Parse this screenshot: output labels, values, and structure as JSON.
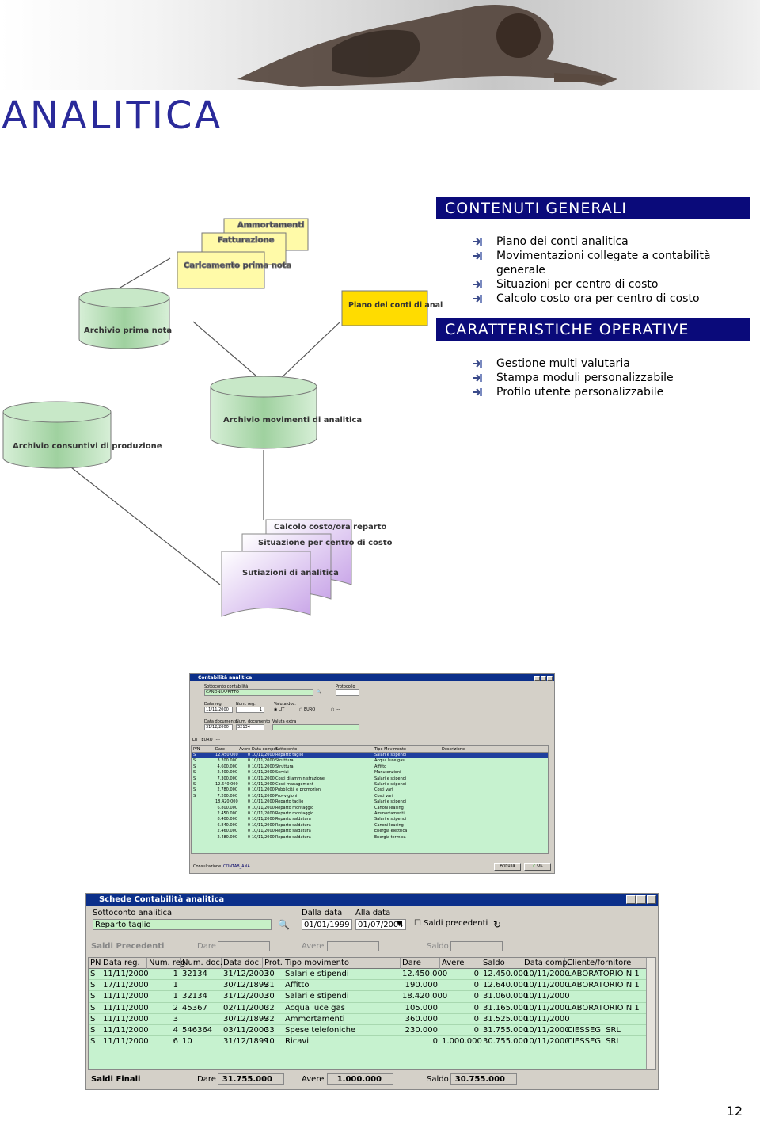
{
  "page": {
    "title": "ANALITICA",
    "page_number": "12"
  },
  "sections": {
    "general": {
      "heading": "CONTENUTI GENERALI",
      "items": [
        "Piano dei conti analitica",
        "Movimentazioni collegate a contabilità",
        "generale",
        "Situazioni per centro di costo",
        "Calcolo costo ora per centro di costo"
      ]
    },
    "operative": {
      "heading": "CARATTERISTICHE OPERATIVE",
      "items": [
        "Gestione multi valutaria",
        "Stampa moduli personalizzabile",
        "Profilo utente personalizzabile"
      ]
    }
  },
  "diagram": {
    "doc_ammortamenti": "Ammortamenti",
    "doc_fatturazione": "Fatturazione",
    "doc_caricamento": "Caricamento prima nota",
    "db_archivio_prima_nota": "Archivio prima nota",
    "box_piano_conti": "Piano dei conti di analitica",
    "db_archivio_movimenti": "Archivio movimenti di analitica",
    "db_archivio_consuntivi": "Archivio consuntivi di produzione",
    "report_calcolo": "Calcolo costo/ora reparto",
    "report_situazione": "Situazione per centro di costo",
    "report_sutiazioni": "Sutiazioni di analitica"
  },
  "window1": {
    "title": "Contabilità analitica",
    "sottoconto_label": "Sottoconto contabilità",
    "sottoconto_value": "CANONI AFFITTO",
    "protocollo_label": "Protocollo",
    "protocollo_value": "",
    "data_reg_label": "Data reg.",
    "data_reg_value": "11/11/2000",
    "num_reg_label": "Num. reg.",
    "num_reg_value": "1",
    "valuta_doc_label": "Valuta doc.",
    "valuta_options": [
      "LIT",
      "EURO",
      "---"
    ],
    "data_doc_label": "Data documento",
    "data_doc_value": "31/12/2000",
    "num_doc_label": "Num. documento",
    "num_doc_value": "32134",
    "valuta_extra_label": "Valuta extra",
    "tabs": [
      "LIT",
      "EURO",
      "---"
    ],
    "columns": [
      "P/N",
      "Dare",
      "Avere",
      "Data compet.",
      "Sottoconto",
      "Tipo Movimento",
      "Descrizione"
    ],
    "rows": [
      [
        "S",
        "12.450.000",
        "0",
        "10/11/2000",
        "Reparto taglio",
        "Salari e stipendi"
      ],
      [
        "S",
        "3.200.000",
        "0",
        "10/11/2000",
        "Struttura",
        "Acqua luce gas"
      ],
      [
        "S",
        "4.600.000",
        "0",
        "10/11/2000",
        "Struttura",
        "Affitto"
      ],
      [
        "S",
        "2.400.000",
        "0",
        "10/11/2000",
        "Servizi",
        "Manutenzioni"
      ],
      [
        "S",
        "7.300.000",
        "0",
        "10/11/2000",
        "Costi di amministrazione",
        "Salari e stipendi"
      ],
      [
        "S",
        "12.640.000",
        "0",
        "10/11/2000",
        "Costi management",
        "Salari e stipendi"
      ],
      [
        "S",
        "2.780.000",
        "0",
        "10/11/2000",
        "Pubblicità e promozioni",
        "Costi vari"
      ],
      [
        "S",
        "7.200.000",
        "0",
        "10/11/2000",
        "Provvigioni",
        "Costi vari"
      ],
      [
        "",
        "18.420.000",
        "0",
        "10/11/2000",
        "Reparto taglio",
        "Salari e stipendi"
      ],
      [
        "",
        "6.800.000",
        "0",
        "10/11/2000",
        "Reparto montaggio",
        "Canoni leasing"
      ],
      [
        "",
        "2.450.000",
        "0",
        "10/11/2000",
        "Reparto montaggio",
        "Ammortamenti"
      ],
      [
        "",
        "8.400.000",
        "0",
        "10/11/2000",
        "Reparto saldatura",
        "Salari e stipendi"
      ],
      [
        "",
        "6.840.000",
        "0",
        "10/11/2000",
        "Reparto saldatura",
        "Canoni leasing"
      ],
      [
        "",
        "2.460.000",
        "0",
        "10/11/2000",
        "Reparto saldatura",
        "Energia elettrica"
      ],
      [
        "",
        "2.480.000",
        "0",
        "10/11/2000",
        "Reparto saldatura",
        "Energia termica"
      ]
    ],
    "status": [
      "Consultazione",
      "CONTAB_ANA"
    ],
    "annulla_label": "Annulla",
    "ok_label": "OK"
  },
  "window2": {
    "title": "Schede Contabilità analitica",
    "sottoconto_label": "Sottoconto analitica",
    "sottoconto_value": "Reparto taglio",
    "dalla_data_label": "Dalla data",
    "dalla_data_value": "01/01/1999",
    "alla_data_label": "Alla data",
    "alla_data_value": "01/07/2004",
    "saldi_precedenti_check": "Saldi precedenti",
    "saldi_precedenti_label": "Saldi Precedenti",
    "dare_label": "Dare",
    "avere_label": "Avere",
    "saldo_label": "Saldo",
    "columns": [
      "PN",
      "Data reg.",
      "Num. reg.",
      "Num. doc.",
      "Data doc.",
      "Prot.",
      "Tipo movimento",
      "Dare",
      "Avere",
      "Saldo",
      "Data comp.",
      "Cliente/fornitore"
    ],
    "rows": [
      [
        "S",
        "11/11/2000",
        "1",
        "32134",
        "31/12/2003",
        "30",
        "Salari e stipendi",
        "12.450.000",
        "0",
        "12.450.000",
        "10/11/2000",
        "LABORATORIO N 1"
      ],
      [
        "S",
        "17/11/2000",
        "1",
        "",
        "30/12/1899",
        "31",
        "Affitto",
        "190.000",
        "0",
        "12.640.000",
        "10/11/2000",
        "LABORATORIO N 1"
      ],
      [
        "S",
        "11/11/2000",
        "1",
        "32134",
        "31/12/2003",
        "30",
        "Salari e stipendi",
        "18.420.000",
        "0",
        "31.060.000",
        "10/11/2000",
        ""
      ],
      [
        "S",
        "11/11/2000",
        "2",
        "45367",
        "02/11/2000",
        "32",
        "Acqua luce gas",
        "105.000",
        "0",
        "31.165.000",
        "10/11/2000",
        "LABORATORIO N 1"
      ],
      [
        "S",
        "11/11/2000",
        "3",
        "",
        "30/12/1899",
        "32",
        "Ammortamenti",
        "360.000",
        "0",
        "31.525.000",
        "10/11/2000",
        ""
      ],
      [
        "S",
        "11/11/2000",
        "4",
        "546364",
        "03/11/2000",
        "33",
        "Spese telefoniche",
        "230.000",
        "0",
        "31.755.000",
        "10/11/2000",
        "CIESSEGI SRL"
      ],
      [
        "S",
        "11/11/2000",
        "6",
        "10",
        "31/12/1899",
        "10",
        "Ricavi",
        "0",
        "1.000.000",
        "30.755.000",
        "10/11/2000",
        "CIESSEGI SRL"
      ]
    ],
    "saldi_finali_label": "Saldi Finali",
    "final_dare": "31.755.000",
    "final_avere": "1.000.000",
    "final_saldo": "30.755.000"
  }
}
